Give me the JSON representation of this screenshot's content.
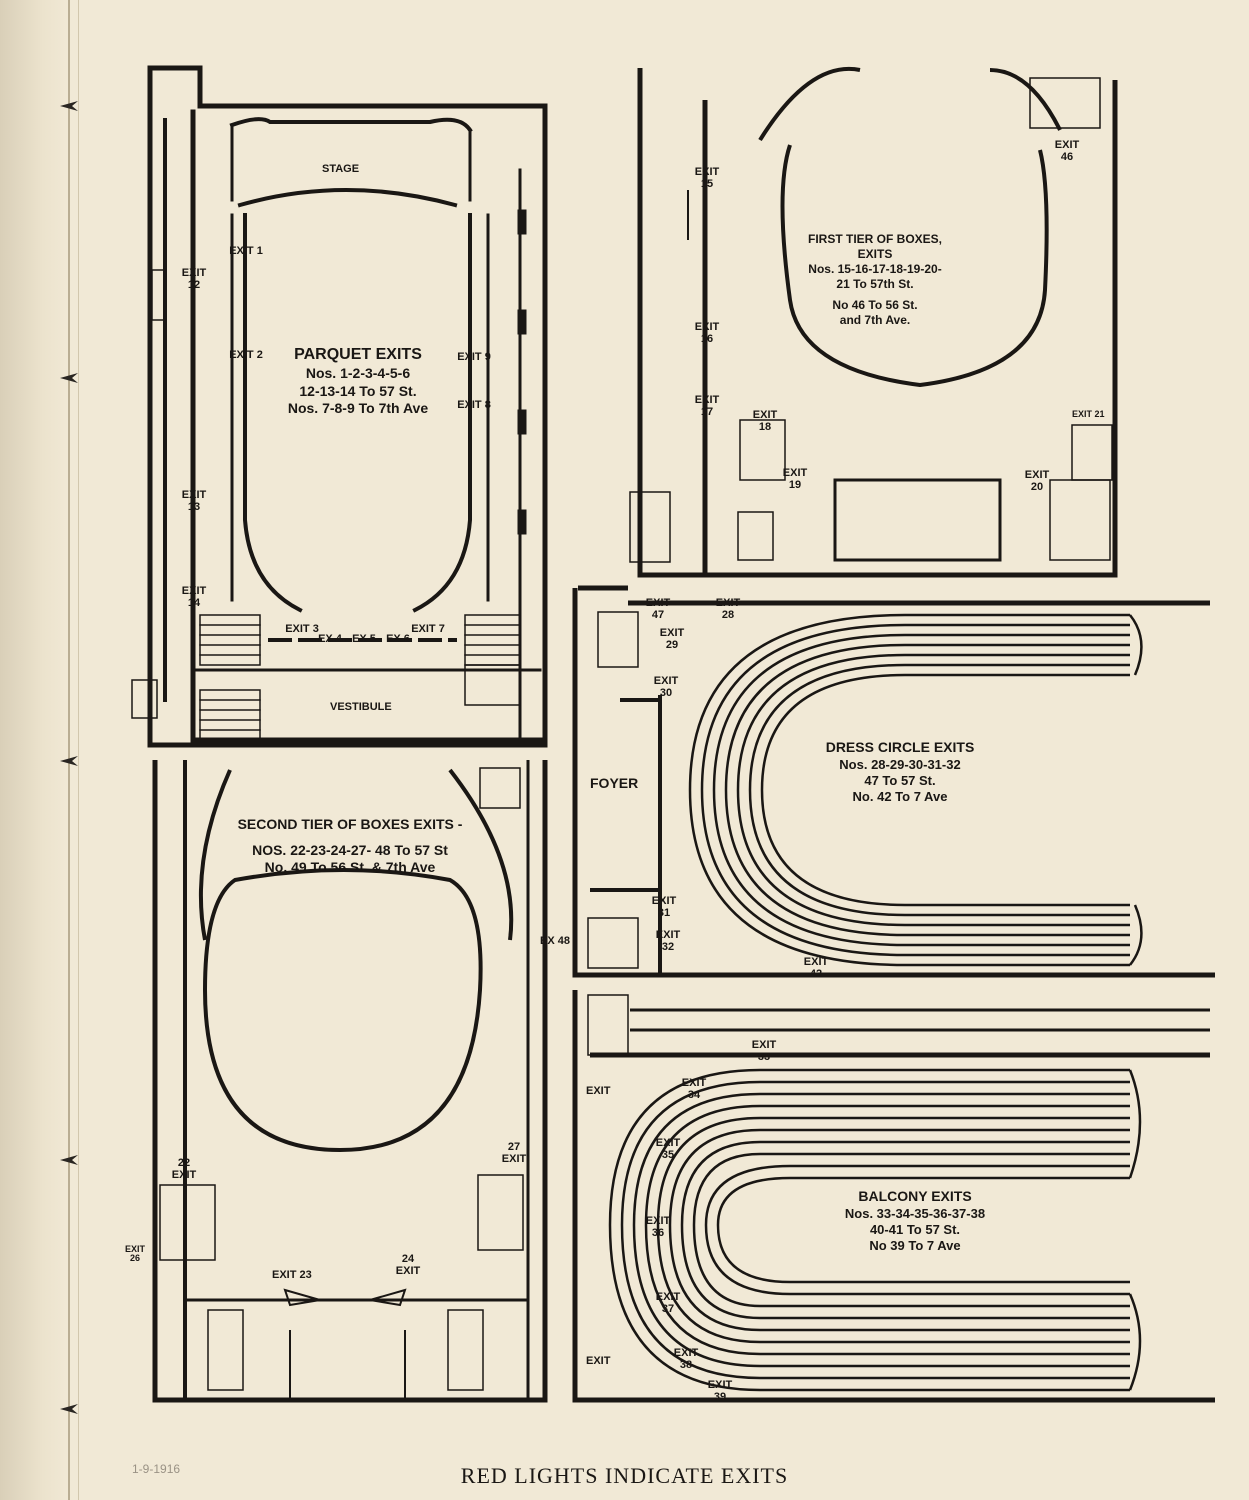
{
  "footer": "RED LIGHTS INDICATE EXITS",
  "pencil_note": "1-9-1916",
  "parquet": {
    "stage": "STAGE",
    "vestibule": "VESTIBULE",
    "title": "PARQUET EXITS",
    "line1": "Nos. 1-2-3-4-5-6",
    "line2": "12-13-14 To 57 St.",
    "line3": "Nos. 7-8-9 To 7th Ave",
    "exit1": "EXIT 1",
    "exit2": "EXIT 2",
    "exit9": "EXIT 9",
    "exit8": "EXIT 8",
    "exit12": "EXIT 12",
    "exit13": "EXIT 13",
    "exit14": "EXIT 14",
    "exit3": "EXIT 3",
    "ex4": "EX 4",
    "ex5": "EX 5",
    "ex6": "EX 6",
    "exit7": "EXIT 7"
  },
  "first_tier": {
    "title": "FIRST TIER OF BOXES, EXITS",
    "line1": "Nos. 15-16-17-18-19-20-",
    "line2": "21 To 57th St.",
    "line3": "No 46 To 56 St.",
    "line4": "and 7th Ave.",
    "exit15": "EXIT 15",
    "exit16": "EXIT 16",
    "exit17": "EXIT 17",
    "exit18": "EXIT 18",
    "exit19": "EXIT 19",
    "exit20": "EXIT 20",
    "exit21": "EXIT 21",
    "exit46": "EXIT 46"
  },
  "dress_circle": {
    "title": "DRESS CIRCLE EXITS",
    "line1": "Nos. 28-29-30-31-32",
    "line2": "47 To 57 St.",
    "line3": "No. 42 To 7 Ave",
    "foyer": "FOYER",
    "exit47": "EXIT 47",
    "exit28": "EXIT 28",
    "exit29": "EXIT 29",
    "exit30": "EXIT 30",
    "exit31": "EXIT 31",
    "exit32": "EXIT 32",
    "exit42": "EXIT 42"
  },
  "second_tier": {
    "title": "SECOND TIER OF BOXES EXITS -",
    "line1": "NOS. 22-23-24-27- 48 To 57 St",
    "line2": "No. 49 To 56 St. & 7th Ave",
    "exit22": "22 EXIT",
    "exit27": "27 EXIT",
    "exit23": "EXIT 23",
    "exit24": "24 EXIT",
    "exit48": "EX 48",
    "exit26": "EXIT 26"
  },
  "balcony": {
    "title": "BALCONY EXITS",
    "line1": "Nos. 33-34-35-36-37-38",
    "line2": "40-41 To 57 St.",
    "line3": "No 39 To 7 Ave",
    "exit33": "EXIT 33",
    "exit34": "EXIT 34",
    "exit35": "EXIT 35",
    "exit36": "EXIT 36",
    "exit37": "EXIT 37",
    "exit38": "EXIT 38",
    "exit39": "EXIT 39",
    "exit_top": "EXIT",
    "exit_bottom": "EXIT"
  }
}
